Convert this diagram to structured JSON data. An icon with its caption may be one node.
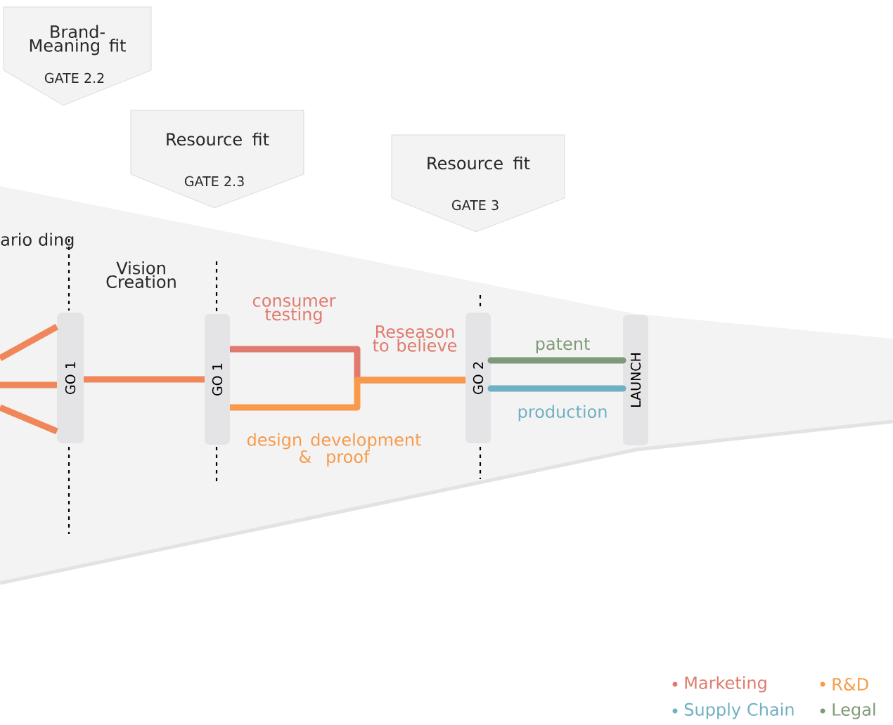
{
  "diagram": {
    "nodes": [
      {
        "text": [
          "Brand-Meaning fit",
          "GATE 2.2"
        ]
      },
      {
        "text": [
          "Resource fit",
          "GATE 2.3"
        ]
      },
      {
        "text": [
          "Resource fit",
          "GATE 3"
        ]
      },
      {
        "text": [
          "GO 1"
        ]
      },
      {
        "text": [
          "GO 1"
        ]
      },
      {
        "text": [
          "GO 2"
        ]
      },
      {
        "text": [
          "LAUNCH"
        ]
      }
    ],
    "edges": [
      {
        "from": null,
        "to": 3,
        "arrow": "none"
      },
      {
        "from": null,
        "to": 3,
        "arrow": "none"
      },
      {
        "from": null,
        "to": 3,
        "arrow": "none"
      },
      {
        "from": 3,
        "to": 4,
        "arrow": "none"
      },
      {
        "from": 4,
        "to": 5,
        "arrow": "none",
        "color": "#e07a6e",
        "label": "consumer testing"
      },
      {
        "from": 4,
        "to": 5,
        "arrow": "none",
        "color": "#f89a4a",
        "label": "design development & proof"
      },
      {
        "from": 5,
        "to": 6,
        "arrow": "none",
        "color": "#7f9a78",
        "label": "patent"
      },
      {
        "from": 5,
        "to": 6,
        "arrow": "none",
        "color": "#6fb0c2",
        "label": "production"
      }
    ],
    "labels": [
      "ario ding",
      "Vision Creation",
      "Reseason to believe"
    ],
    "legend": [
      {
        "text": "Marketing",
        "color": "#e07a6e"
      },
      {
        "text": "R&D",
        "color": "#f89a4a"
      },
      {
        "text": "Supply Chain",
        "color": "#6fb0c2"
      },
      {
        "text": "Legal",
        "color": "#7f9a78"
      }
    ]
  }
}
